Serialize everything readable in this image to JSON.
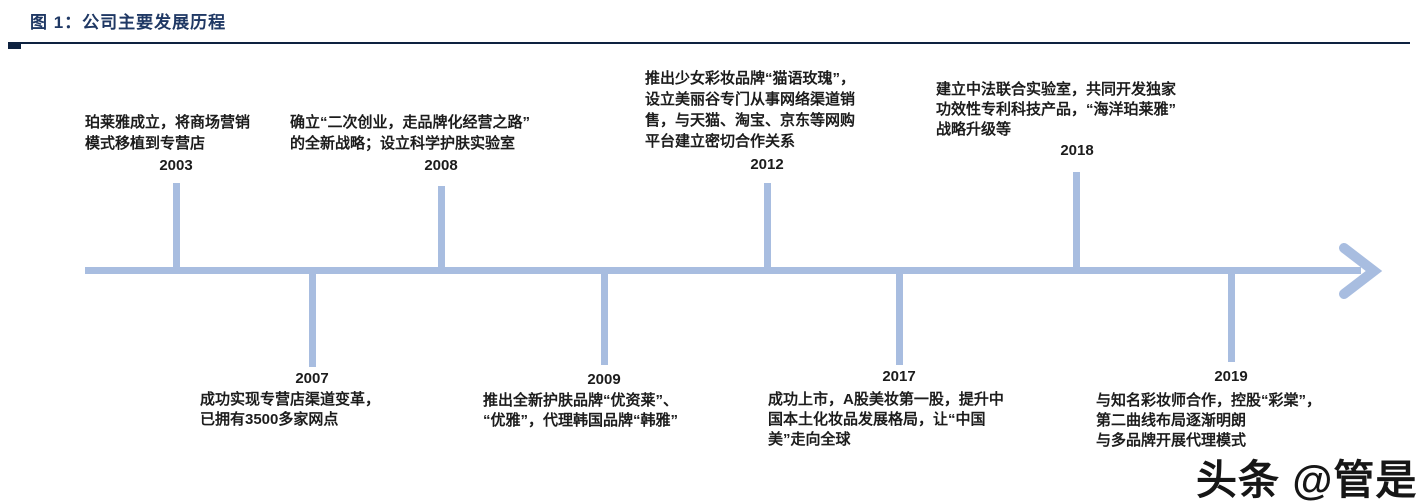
{
  "header": {
    "title": "图 1：公司主要发展历程"
  },
  "timeline": {
    "axis_color": "#a8bde0",
    "events": [
      {
        "year": "2003",
        "position": "above",
        "lines": [
          "珀莱雅成立，将商场营销",
          "模式移植到专营店"
        ]
      },
      {
        "year": "2007",
        "position": "below",
        "lines": [
          "成功实现专营店渠道变革，",
          "已拥有3500多家网点"
        ]
      },
      {
        "year": "2008",
        "position": "above",
        "lines": [
          "确立“二次创业，走品牌化经营之路”",
          "的全新战略；设立科学护肤实验室"
        ]
      },
      {
        "year": "2009",
        "position": "below",
        "lines": [
          "推出全新护肤品牌“优资莱”、",
          "“优雅”，代理韩国品牌“韩雅”"
        ]
      },
      {
        "year": "2012",
        "position": "above",
        "lines": [
          "推出少女彩妆品牌“猫语玫瑰”，",
          "设立美丽谷专门从事网络渠道销",
          "售，与天猫、淘宝、京东等网购",
          "平台建立密切合作关系"
        ]
      },
      {
        "year": "2017",
        "position": "below",
        "lines": [
          "成功上市，A股美妆第一股，提升中",
          "国本土化妆品发展格局，让“中国",
          "美”走向全球"
        ]
      },
      {
        "year": "2018",
        "position": "above",
        "lines": [
          "建立中法联合实验室，共同开发独家",
          "功效性专利科技产品，“海洋珀莱雅”",
          "战略升级等"
        ]
      },
      {
        "year": "2019",
        "position": "below",
        "lines": [
          "与知名彩妆师合作，控股“彩棠”，",
          "第二曲线布局逐渐明朗",
          "与多品牌开展代理模式"
        ]
      }
    ]
  },
  "watermark": {
    "text": "头条 @管是"
  }
}
